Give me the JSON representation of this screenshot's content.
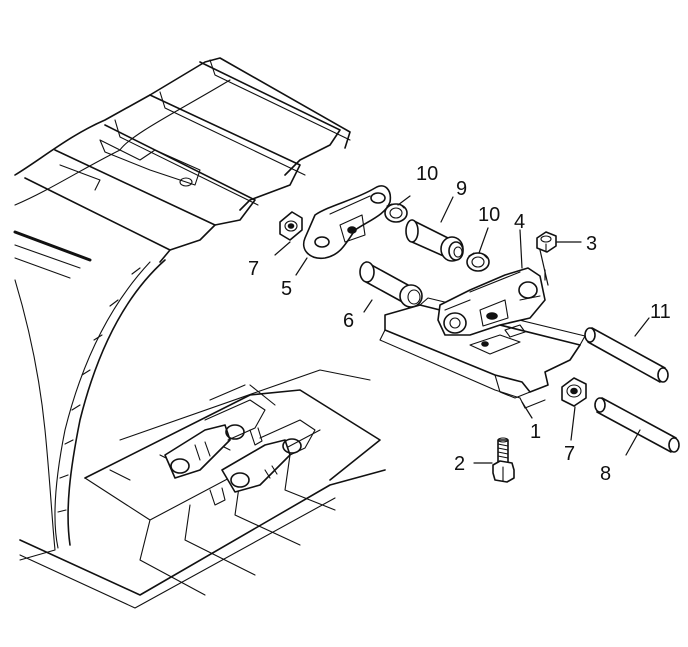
{
  "callouts": {
    "c1": "1",
    "c2": "2",
    "c3": "3",
    "c4": "4",
    "c5": "5",
    "c6": "6",
    "c7a": "7",
    "c7b": "7",
    "c8": "8",
    "c9": "9",
    "c10a": "10",
    "c10b": "10",
    "c11": "11"
  }
}
